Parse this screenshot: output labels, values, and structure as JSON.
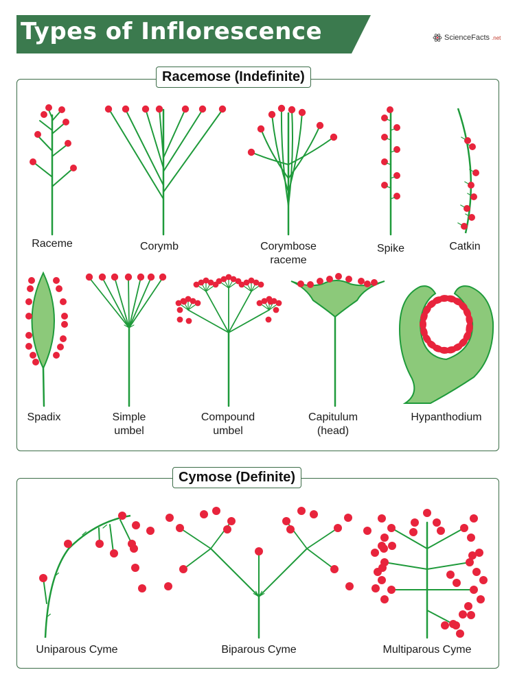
{
  "header": {
    "title": "Types of Inflorescence",
    "logo_text": "ScienceFacts",
    "logo_suffix": ".net"
  },
  "racemose": {
    "label": "Racemose (Indefinite)",
    "items": [
      {
        "name": "Raceme"
      },
      {
        "name": "Corymb"
      },
      {
        "name": "Corymbose",
        "line2": "raceme"
      },
      {
        "name": "Spike"
      },
      {
        "name": "Catkin"
      },
      {
        "name": "Spadix"
      },
      {
        "name": "Simple",
        "line2": "umbel"
      },
      {
        "name": "Compound",
        "line2": "umbel"
      },
      {
        "name": "Capitulum",
        "line2": "(head)"
      },
      {
        "name": "Hypanthodium"
      }
    ]
  },
  "cymose": {
    "label": "Cymose (Definite)",
    "items": [
      {
        "name": "Uniparous Cyme"
      },
      {
        "name": "Biparous Cyme"
      },
      {
        "name": "Multiparous Cyme"
      }
    ]
  },
  "colors": {
    "banner": "#3b7a4e",
    "stem": "#1e9a3a",
    "flower": "#e8243c",
    "bract_fill": "#8cc97a",
    "border": "#3a6b46"
  }
}
